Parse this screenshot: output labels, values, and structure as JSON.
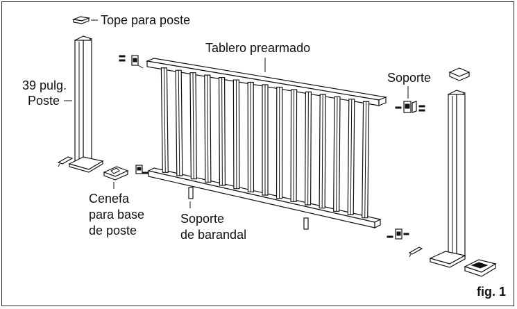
{
  "labels": {
    "post_cap": "Tope para poste",
    "post_height": "39 pulg.",
    "post": "Poste",
    "panel": "Tablero prearmado",
    "bracket": "Soporte",
    "base_trim_line1": "Cenefa",
    "base_trim_line2": "para base",
    "base_trim_line3": "de poste",
    "rail_support_line1": "Soporte",
    "rail_support_line2": "de barandal"
  },
  "figure_label": "fig. 1",
  "panel": {
    "baluster_count": 15
  }
}
